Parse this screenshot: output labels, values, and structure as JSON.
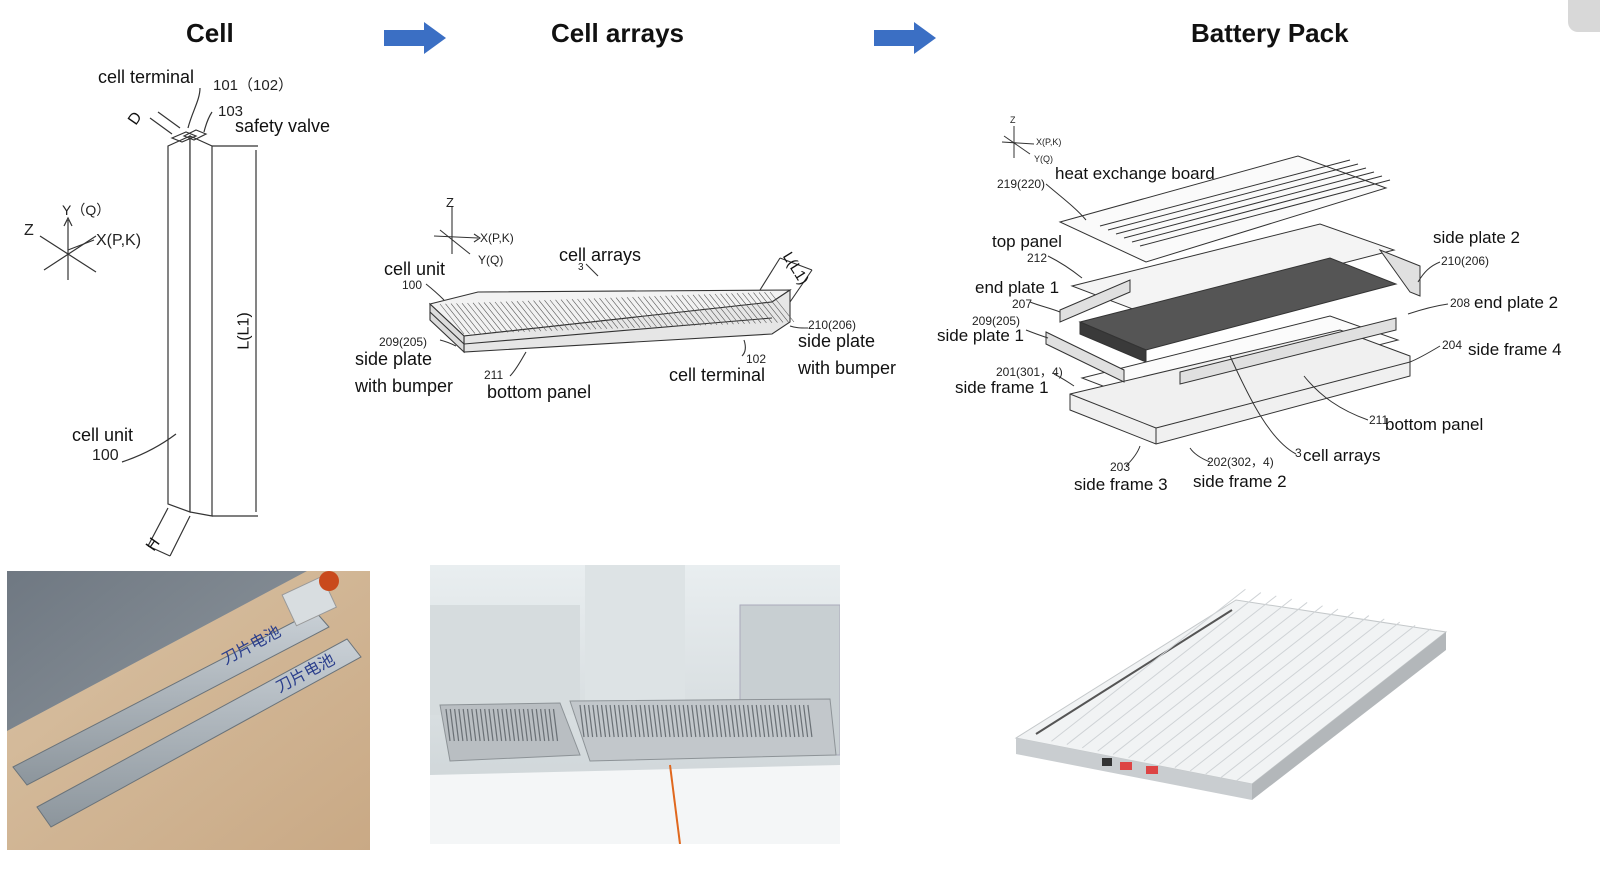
{
  "titles": {
    "cell": "Cell",
    "cell_arrays": "Cell arrays",
    "battery_pack": "Battery Pack"
  },
  "colors": {
    "arrow": "#3b6fc4",
    "ink": "#111111",
    "line": "#333333"
  },
  "icons": {
    "flow_arrow_1": "right-arrow-icon",
    "flow_arrow_2": "right-arrow-icon"
  },
  "cell": {
    "cell_terminal": "cell terminal",
    "terminal_num": "101（102）",
    "valve_num": "103",
    "safety_valve": "safety valve",
    "d": "D",
    "y_axis": "Y（Q）",
    "z_axis": "Z",
    "x_axis": "X(P,K)",
    "length": "L(L1)",
    "cell_unit": "cell unit",
    "cell_unit_num": "100",
    "h": "H"
  },
  "arrays": {
    "z_axis": "Z",
    "x_axis": "X(P,K)",
    "y_axis": "Y(Q)",
    "cell_unit": "cell unit",
    "cell_unit_num": "100",
    "cell_arrays": "cell arrays",
    "cell_arrays_num": "3",
    "length": "L(L1)",
    "side_plate_num_left": "209(205)",
    "side_plate_left_1": "side plate",
    "side_plate_left_2": "with bumper",
    "bottom_num": "211",
    "bottom_panel": "bottom panel",
    "terminal_num": "102",
    "cell_terminal": "cell terminal",
    "side_plate_num_right": "210(206)",
    "side_plate_right_1": "side plate",
    "side_plate_right_2": "with bumper"
  },
  "pack": {
    "z_axis": "Z",
    "x_axis": "X(P,K)",
    "y_axis": "Y(Q)",
    "heat_num": "219(220)",
    "heat_exchange_board": "heat exchange board",
    "top_panel": "top panel",
    "top_num": "212",
    "side_plate_2": "side plate 2",
    "side_plate_2_num": "210(206)",
    "end_plate_1": "end plate 1",
    "end_plate_1_num": "207",
    "end_plate_2_num": "208",
    "end_plate_2": "end plate 2",
    "side_plate_1_num": "209(205)",
    "side_plate_1": "side plate 1",
    "side_frame_4_num": "204",
    "side_frame_4": "side frame 4",
    "side_frame_1_num": "201(301，4)",
    "side_frame_1": "side frame 1",
    "bottom_num": "211",
    "bottom_panel": "bottom panel",
    "cell_arrays_num": "3",
    "cell_arrays": "cell arrays",
    "side_frame_3_num": "203",
    "side_frame_3": "side frame 3",
    "side_frame_2_num": "202(302，4)",
    "side_frame_2": "side frame 2"
  },
  "photos": {
    "cell_brand": "刀片电池"
  }
}
